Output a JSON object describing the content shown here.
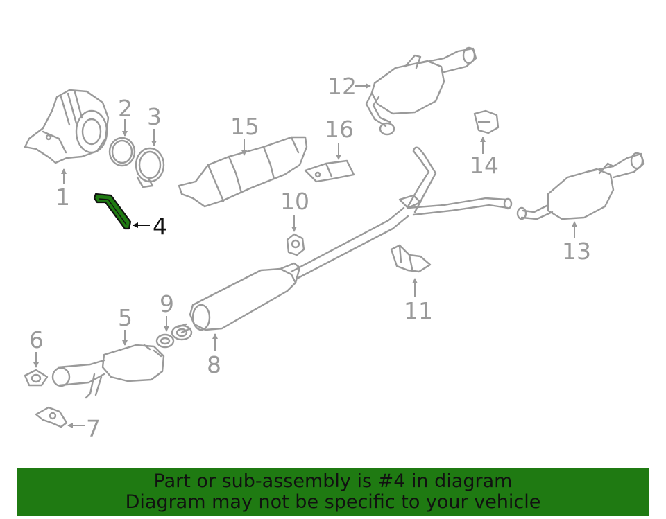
{
  "diagram": {
    "highlighted_part": "4",
    "highlight_color": "#1f7a12",
    "line_color": "#9a9a9a",
    "callouts": {
      "p1": "1",
      "p2": "2",
      "p3": "3",
      "p4": "4",
      "p5": "5",
      "p6": "6",
      "p7": "7",
      "p8": "8",
      "p9": "9",
      "p10": "10",
      "p11": "11",
      "p12": "12",
      "p13": "13",
      "p14": "14",
      "p15": "15",
      "p16": "16"
    }
  },
  "banner": {
    "background": "#1f7a12",
    "line1": "Part or sub-assembly is #4 in diagram",
    "line2": "Diagram may not be specific to your vehicle"
  }
}
